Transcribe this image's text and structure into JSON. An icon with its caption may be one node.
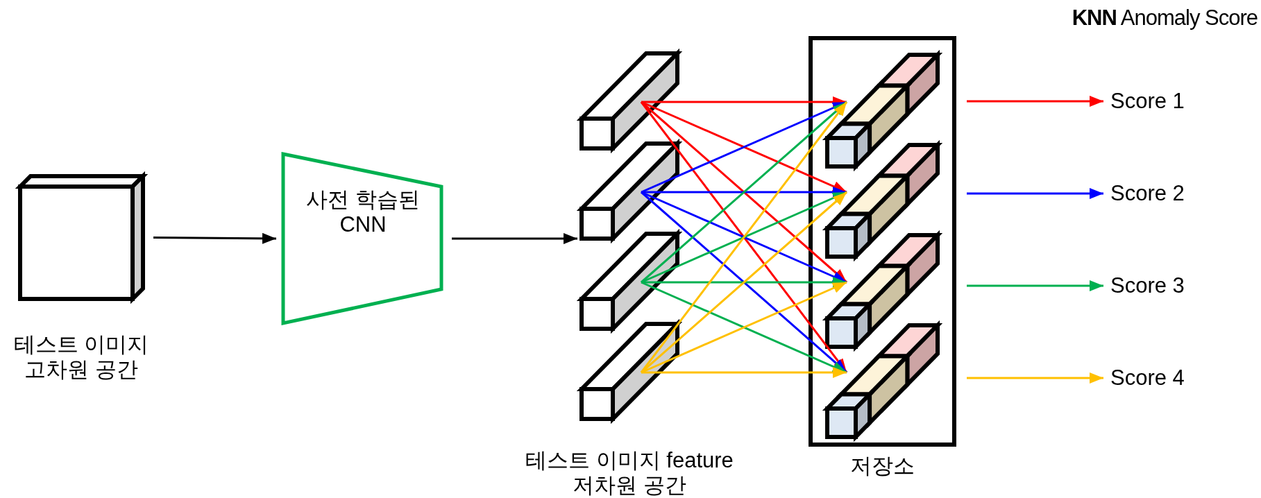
{
  "diagram": {
    "nodes": [
      {
        "text": [],
        "shape": "box",
        "beside": [
          "테스트 이미지 고차원 공간"
        ]
      },
      {
        "text": [
          "사전 학습된 CNN"
        ]
      },
      {
        "text": [],
        "shape": "bar"
      },
      {
        "text": [],
        "shape": "bar"
      },
      {
        "text": [],
        "shape": "bar"
      },
      {
        "text": [],
        "shape": "bar"
      },
      {
        "text": [
          "저장소"
        ]
      },
      {
        "text": [],
        "shape": "bar",
        "in": 6
      },
      {
        "text": [],
        "shape": "bar",
        "in": 6
      },
      {
        "text": [],
        "shape": "bar",
        "in": 6
      },
      {
        "text": [],
        "shape": "bar",
        "in": 6
      },
      {
        "text": [
          "Score 1"
        ]
      },
      {
        "text": [
          "Score 2"
        ]
      },
      {
        "text": [
          "Score 3"
        ]
      },
      {
        "text": [
          "Score 4"
        ]
      }
    ],
    "edges": [
      {
        "from": 0,
        "to": 1,
        "arrow": "to",
        "color": "#000000"
      },
      {
        "from": 1,
        "to": 3,
        "arrow": "to",
        "color": "#000000"
      },
      {
        "from": 2,
        "to": 7,
        "arrow": "to",
        "color": "#ff0000"
      },
      {
        "from": 2,
        "to": 8,
        "arrow": "to",
        "color": "#ff0000"
      },
      {
        "from": 2,
        "to": 9,
        "arrow": "to",
        "color": "#ff0000"
      },
      {
        "from": 2,
        "to": 10,
        "arrow": "to",
        "color": "#ff0000"
      },
      {
        "from": 3,
        "to": 7,
        "arrow": "to",
        "color": "#0000ff"
      },
      {
        "from": 3,
        "to": 8,
        "arrow": "to",
        "color": "#0000ff"
      },
      {
        "from": 3,
        "to": 9,
        "arrow": "to",
        "color": "#0000ff"
      },
      {
        "from": 3,
        "to": 10,
        "arrow": "to",
        "color": "#0000ff"
      },
      {
        "from": 4,
        "to": 7,
        "arrow": "to",
        "color": "#00b050"
      },
      {
        "from": 4,
        "to": 8,
        "arrow": "to",
        "color": "#00b050"
      },
      {
        "from": 4,
        "to": 9,
        "arrow": "to",
        "color": "#00b050"
      },
      {
        "from": 4,
        "to": 10,
        "arrow": "to",
        "color": "#00b050"
      },
      {
        "from": 5,
        "to": 7,
        "arrow": "to",
        "color": "#ffc000"
      },
      {
        "from": 5,
        "to": 8,
        "arrow": "to",
        "color": "#ffc000"
      },
      {
        "from": 5,
        "to": 9,
        "arrow": "to",
        "color": "#ffc000"
      },
      {
        "from": 5,
        "to": 10,
        "arrow": "to",
        "color": "#ffc000"
      },
      {
        "from": 6,
        "to": 11,
        "arrow": "to",
        "color": "#ff0000"
      },
      {
        "from": 6,
        "to": 12,
        "arrow": "to",
        "color": "#0000ff"
      },
      {
        "from": 6,
        "to": 13,
        "arrow": "to",
        "color": "#00b050"
      },
      {
        "from": 6,
        "to": 14,
        "arrow": "to",
        "color": "#ffc000"
      }
    ],
    "labels": [
      "**KNN** Anomaly Score",
      "테스트 이미지 feature 저차원 공간"
    ]
  }
}
